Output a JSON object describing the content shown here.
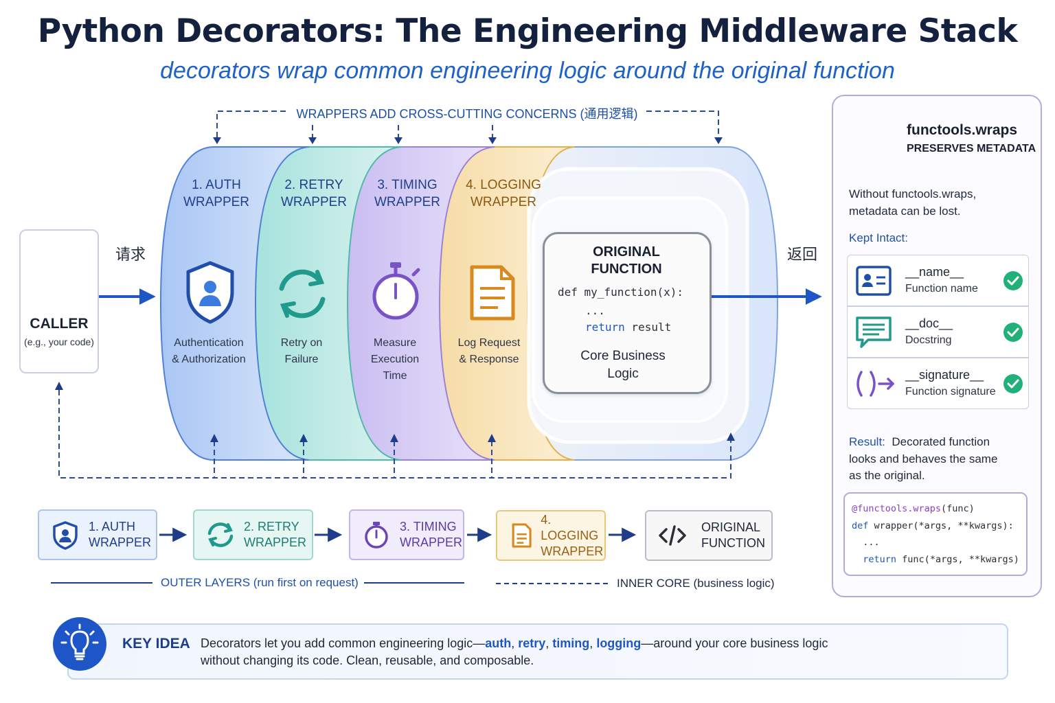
{
  "header": {
    "title": "Python Decorators: The Engineering Middleware Stack",
    "subtitle": "decorators wrap common engineering logic around the original function"
  },
  "concerns_label": "WRAPPERS ADD CROSS-CUTTING CONCERNS (通用逻辑)",
  "caller": {
    "title": "CALLER",
    "note": "(e.g., your code)"
  },
  "request_label": "请求",
  "return_label": "返回",
  "layers": [
    {
      "title_1": "1. AUTH",
      "title_2": "WRAPPER",
      "desc_1": "Authentication",
      "desc_2": "& Authorization",
      "desc_3": "",
      "color": "#3a6fd0",
      "icon": "shield-user-icon"
    },
    {
      "title_1": "2. RETRY",
      "title_2": "WRAPPER",
      "desc_1": "Retry on",
      "desc_2": "Failure",
      "desc_3": "",
      "color": "#1f9a8c",
      "icon": "refresh-icon"
    },
    {
      "title_1": "3. TIMING",
      "title_2": "WRAPPER",
      "desc_1": "Measure",
      "desc_2": "Execution",
      "desc_3": "Time",
      "color": "#7a52c8",
      "icon": "stopwatch-icon"
    },
    {
      "title_1": "4. LOGGING",
      "title_2": "WRAPPER",
      "desc_1": "Log Request",
      "desc_2": "& Response",
      "desc_3": "",
      "color": "#d88a1e",
      "icon": "document-icon"
    }
  ],
  "original": {
    "title_1": "ORIGINAL",
    "title_2": "FUNCTION",
    "code_line_1": "def my_function(x):",
    "code_line_2": "...",
    "code_kw": "return",
    "code_rest": " result",
    "desc_1": "Core Business",
    "desc_2": "Logic"
  },
  "legend": {
    "items": [
      {
        "line_1": "1. AUTH",
        "line_2": "WRAPPER",
        "icon": "shield-user-icon"
      },
      {
        "line_1": "2. RETRY",
        "line_2": "WRAPPER",
        "icon": "refresh-icon"
      },
      {
        "line_1": "3. TIMING",
        "line_2": "WRAPPER",
        "icon": "stopwatch-icon"
      },
      {
        "line_1": "4. LOGGING",
        "line_2": "WRAPPER",
        "icon": "document-icon"
      },
      {
        "line_1": "ORIGINAL",
        "line_2": "FUNCTION",
        "icon": "code-icon"
      }
    ],
    "outer_label": "OUTER LAYERS (run first on request)",
    "inner_label": "INNER CORE (business logic)"
  },
  "panel": {
    "title": "functools.wraps",
    "subtitle": "PRESERVES METADATA",
    "intro_1": "Without functools.wraps,",
    "intro_2": "metadata can be lost.",
    "kept_label": "Kept Intact:",
    "metadata": [
      {
        "name": "__name__",
        "desc": "Function name",
        "icon": "id-card-icon"
      },
      {
        "name": "__doc__",
        "desc": "Docstring",
        "icon": "speech-bubble-icon"
      },
      {
        "name": "__signature__",
        "desc": "Function signature",
        "icon": "parentheses-arrow-icon"
      }
    ],
    "result_label": "Result:",
    "result_1": "Decorated function",
    "result_2": "looks and behaves the same",
    "result_3": "as the original.",
    "code": {
      "l1_deco": "@functools.wraps",
      "l1_rest": "(func)",
      "l2_kw": "def",
      "l2_rest": " wrapper(*args, **kwargs):",
      "l3": "  ...",
      "l4_kw": "return",
      "l4_rest": " func(*args, **kwargs)"
    }
  },
  "key_idea": {
    "label": "KEY IDEA",
    "text_1": "Decorators let you add common engineering logic—",
    "auth": "auth",
    "sep": ", ",
    "retry": "retry",
    "timing": "timing",
    "logging": "logging",
    "text_2": "—around your core business logic",
    "text_3": "without changing its code. Clean, reusable, and composable."
  },
  "colors": {
    "accent_blue": "#1e56c8",
    "auth": "#3a6fd0",
    "retry": "#1f9a8c",
    "timing": "#7a52c8",
    "logging": "#d88a1e",
    "panel_border": "#b9a7de",
    "check_green": "#22b07a"
  }
}
